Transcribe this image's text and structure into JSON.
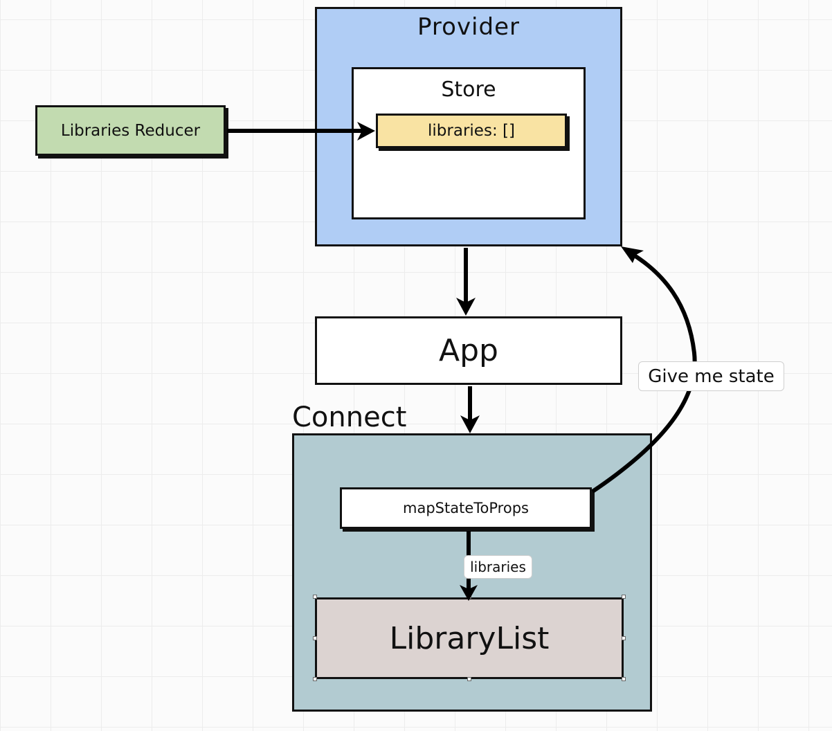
{
  "diagram": {
    "provider": {
      "label": "Provider",
      "color": "#b0cdf5"
    },
    "store": {
      "label": "Store",
      "color": "#ffffff"
    },
    "libraries_field": {
      "label": "libraries: []",
      "color": "#f9e3a3"
    },
    "reducer": {
      "label": "Libraries Reducer",
      "color": "#c2dbb0"
    },
    "app": {
      "label": "App",
      "color": "#ffffff"
    },
    "connect": {
      "label": "Connect",
      "color": "#b2cbd1"
    },
    "map_state": {
      "label": "mapStateToProps",
      "color": "#ffffff"
    },
    "library_list": {
      "label": "LibraryList",
      "color": "#dcd3d1"
    },
    "edges": {
      "give_me_state": "Give me state",
      "libraries": "libraries"
    }
  }
}
